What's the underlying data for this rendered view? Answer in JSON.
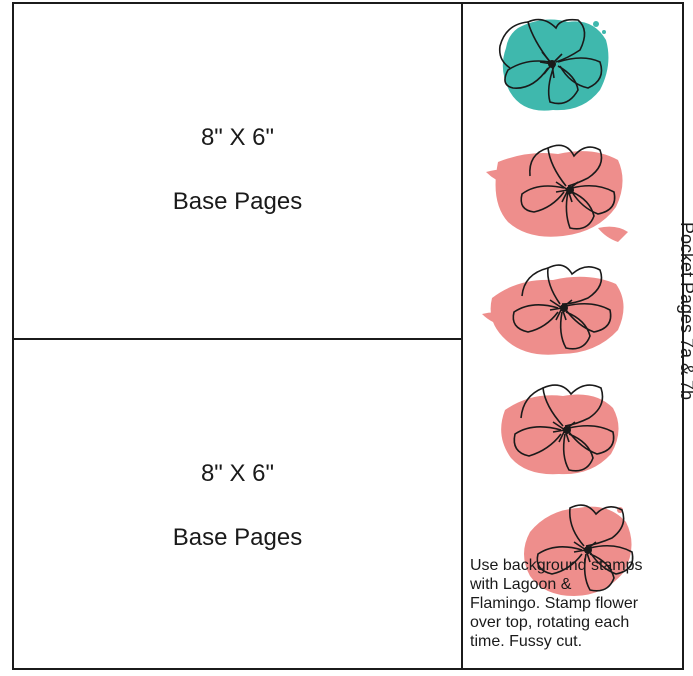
{
  "layout": {
    "panels": [
      {
        "size": "8\" X 6\"",
        "name": "Base Pages"
      },
      {
        "size": "8\" X 6\"",
        "name": "Base Pages"
      }
    ]
  },
  "pocket": {
    "label": "Pocket Pages 7a & 7b",
    "note_lines": [
      "Use background stamps",
      "with Lagoon &",
      "Flamingo. Stamp flower",
      "over top, rotating each",
      "time. Fussy cut."
    ]
  },
  "colors": {
    "lagoon": "#3fb8ad",
    "flamingo": "#ee8e8c",
    "line": "#1a1a1a"
  },
  "flowers": [
    {
      "color": "lagoon",
      "icon": "flower-stamp-icon"
    },
    {
      "color": "flamingo",
      "icon": "flower-stamp-icon"
    },
    {
      "color": "flamingo",
      "icon": "flower-stamp-icon"
    },
    {
      "color": "flamingo",
      "icon": "flower-stamp-icon"
    },
    {
      "color": "flamingo",
      "icon": "flower-stamp-icon"
    }
  ]
}
